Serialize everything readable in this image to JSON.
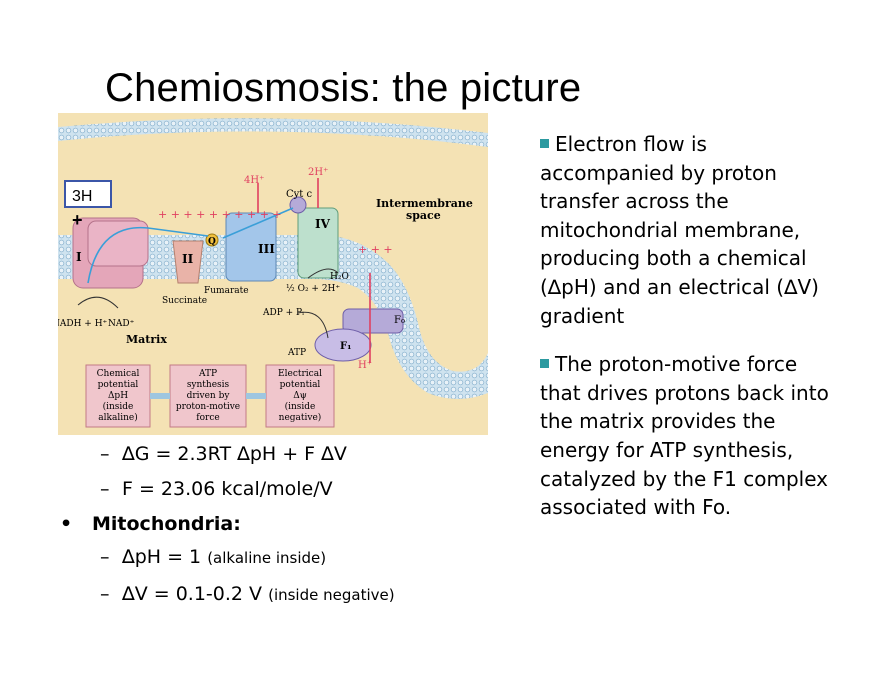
{
  "slide": {
    "title": "Chemiosmosis: the picture"
  },
  "figure": {
    "label_3h": "3H",
    "label_plus": "+",
    "intermembrane": [
      "Intermembrane",
      "space"
    ],
    "matrix": "Matrix",
    "complex_I": "I",
    "complex_II": "II",
    "complex_III": "III",
    "complex_IV": "IV",
    "q": "Q",
    "cyt_c": "Cyt c",
    "h4": "4H⁺",
    "h2": "2H⁺",
    "fumarate": "Fumarate",
    "succinate": "Succinate",
    "nadh": "NADH + H⁺",
    "nad": "NAD⁺",
    "h2o": "H₂O",
    "o2": "½ O₂ + 2H⁺",
    "adp": "ADP + Pᵢ",
    "atp": "ATP",
    "fo": "F₀",
    "f1": "F₁",
    "h_plus": "H⁺",
    "box_left": [
      "Chemical",
      "potential",
      "ΔpH",
      "(inside",
      "alkaline)"
    ],
    "box_mid": [
      "ATP",
      "synthesis",
      "driven by",
      "proton-motive",
      "force"
    ],
    "box_right": [
      "Electrical",
      "potential",
      "Δψ",
      "(inside",
      "negative)"
    ]
  },
  "bullets": [
    {
      "text": "Electron flow is accompanied by proton transfer across the mitochondrial membrane, producing both a chemical (∆pH) and an electrical (∆V) gradient"
    },
    {
      "text": "The proton-motive force that drives protons back into the matrix provides the energy for ATP synthesis, catalyzed by the F1 complex associated with Fo."
    }
  ],
  "equations": {
    "dash1": "–",
    "line1": "∆G = 2.3RT ∆pH  + F ∆V",
    "dash2": "–",
    "line2": "F = 23.06 kcal/mole/V",
    "bullet": "•",
    "line3": "Mitochondria:",
    "dash4": "–",
    "line4_main": "∆pH = 1",
    "line4_small": "(alkaline inside)",
    "dash5": "–",
    "line5_main": "∆V  = 0.1-0.2 V",
    "line5_small": "(inside negative)"
  },
  "colors": {
    "bullet_accent": "#2c9aa0",
    "membrane": "#9ec6e0",
    "background": "#f4e2b4",
    "complex_pink": "#e4a6b9",
    "complex_blue": "#a3c6ea",
    "complex_purple": "#b5aad8"
  }
}
